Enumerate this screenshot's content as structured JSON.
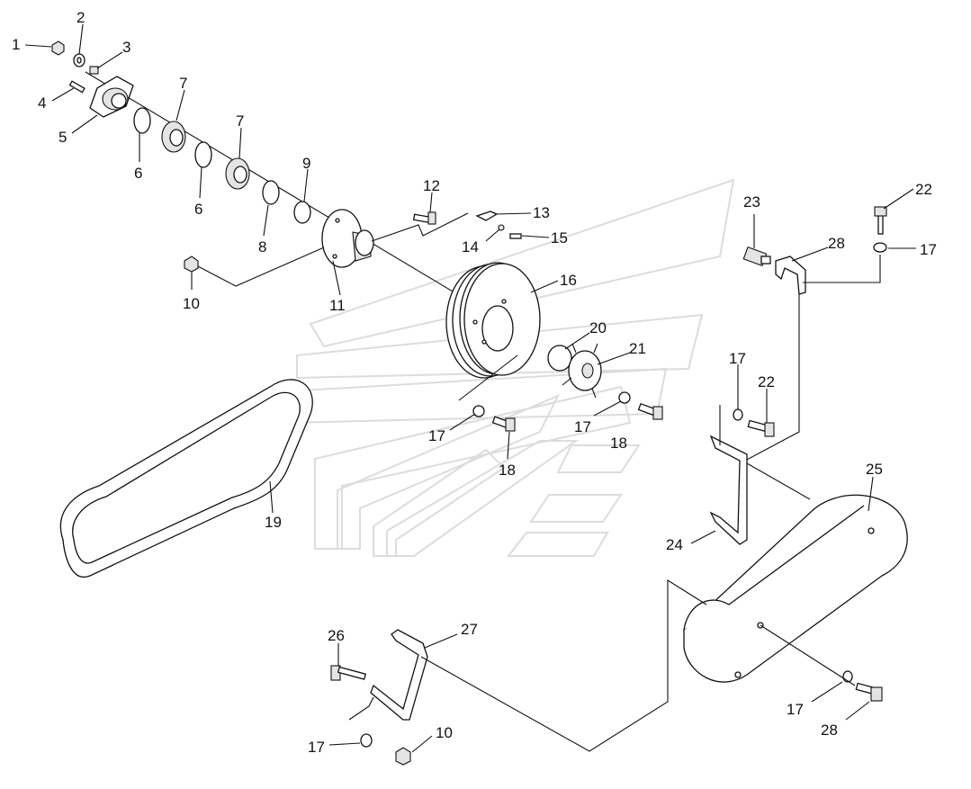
{
  "callouts": [
    {
      "id": "c1",
      "text": "1"
    },
    {
      "id": "c2",
      "text": "2"
    },
    {
      "id": "c3",
      "text": "3"
    },
    {
      "id": "c4",
      "text": "4"
    },
    {
      "id": "c5",
      "text": "5"
    },
    {
      "id": "c6a",
      "text": "6"
    },
    {
      "id": "c6b",
      "text": "6"
    },
    {
      "id": "c7a",
      "text": "7"
    },
    {
      "id": "c7b",
      "text": "7"
    },
    {
      "id": "c8",
      "text": "8"
    },
    {
      "id": "c9",
      "text": "9"
    },
    {
      "id": "c10a",
      "text": "10"
    },
    {
      "id": "c10b",
      "text": "10"
    },
    {
      "id": "c11",
      "text": "11"
    },
    {
      "id": "c12",
      "text": "12"
    },
    {
      "id": "c13",
      "text": "13"
    },
    {
      "id": "c14",
      "text": "14"
    },
    {
      "id": "c15",
      "text": "15"
    },
    {
      "id": "c16",
      "text": "16"
    },
    {
      "id": "c17a",
      "text": "17"
    },
    {
      "id": "c17b",
      "text": "17"
    },
    {
      "id": "c17c",
      "text": "17"
    },
    {
      "id": "c17d",
      "text": "17"
    },
    {
      "id": "c17e",
      "text": "17"
    },
    {
      "id": "c17f",
      "text": "17"
    },
    {
      "id": "c18a",
      "text": "18"
    },
    {
      "id": "c18b",
      "text": "18"
    },
    {
      "id": "c19",
      "text": "19"
    },
    {
      "id": "c20",
      "text": "20"
    },
    {
      "id": "c21",
      "text": "21"
    },
    {
      "id": "c22a",
      "text": "22"
    },
    {
      "id": "c22b",
      "text": "22"
    },
    {
      "id": "c23",
      "text": "23"
    },
    {
      "id": "c24",
      "text": "24"
    },
    {
      "id": "c25",
      "text": "25"
    },
    {
      "id": "c26",
      "text": "26"
    },
    {
      "id": "c27",
      "text": "27"
    },
    {
      "id": "c28a",
      "text": "28"
    },
    {
      "id": "c28b",
      "text": "28"
    }
  ]
}
